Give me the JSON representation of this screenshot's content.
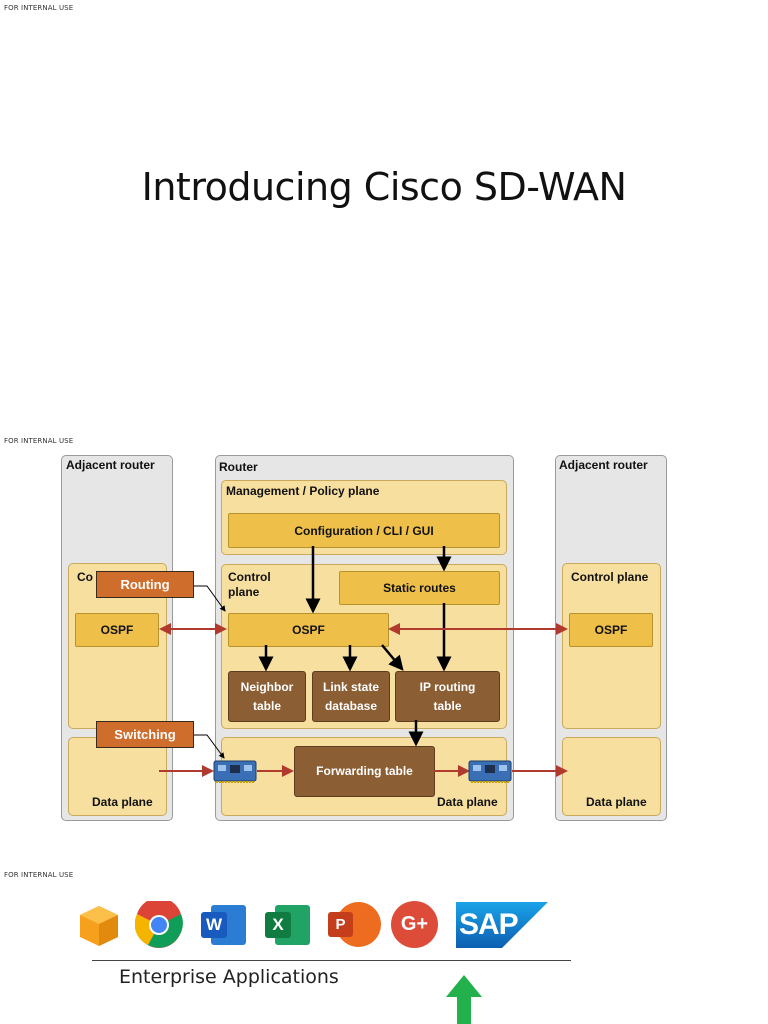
{
  "tags": {
    "top": "FOR INTERNAL USE",
    "middle": "FOR INTERNAL USE",
    "bottom": "FOR INTERNAL USE"
  },
  "title": "Introducing Cisco SD-WAN",
  "diagram": {
    "left_router": {
      "title": "Adjacent router",
      "control_label_partial": "Co",
      "ospf": "OSPF",
      "data_plane": "Data plane"
    },
    "center_router": {
      "title": "Router",
      "mgmt_plane": "Management / Policy plane",
      "config": "Configuration / CLI / GUI",
      "control_plane_line1": "Control",
      "control_plane_line2": "plane",
      "static_routes": "Static routes",
      "ospf": "OSPF",
      "neighbor_line1": "Neighbor",
      "neighbor_line2": "table",
      "linkstate_line1": "Link state",
      "linkstate_line2": "database",
      "iprouting_line1": "IP routing",
      "iprouting_line2": "table",
      "forwarding": "Forwarding table",
      "data_plane": "Data plane"
    },
    "right_router": {
      "title": "Adjacent router",
      "control_plane": "Control plane",
      "ospf": "OSPF",
      "data_plane": "Data plane"
    },
    "labels": {
      "routing": "Routing",
      "switching": "Switching"
    },
    "colors": {
      "arrow_red": "#b03a2e",
      "orange": "#cf6d2c",
      "gold": "#eec04a",
      "brown": "#8b5e34",
      "tan": "#f7dfa0"
    }
  },
  "apps": {
    "icons": [
      "aws-icon",
      "chrome-icon",
      "word-icon",
      "excel-icon",
      "powerpoint-icon",
      "google-plus-icon",
      "sap-icon"
    ],
    "word_letter": "W",
    "excel_letter": "X",
    "powerpoint_letter": "P",
    "gplus_text": "G+",
    "sap_text": "SAP",
    "label": "Enterprise Applications"
  }
}
